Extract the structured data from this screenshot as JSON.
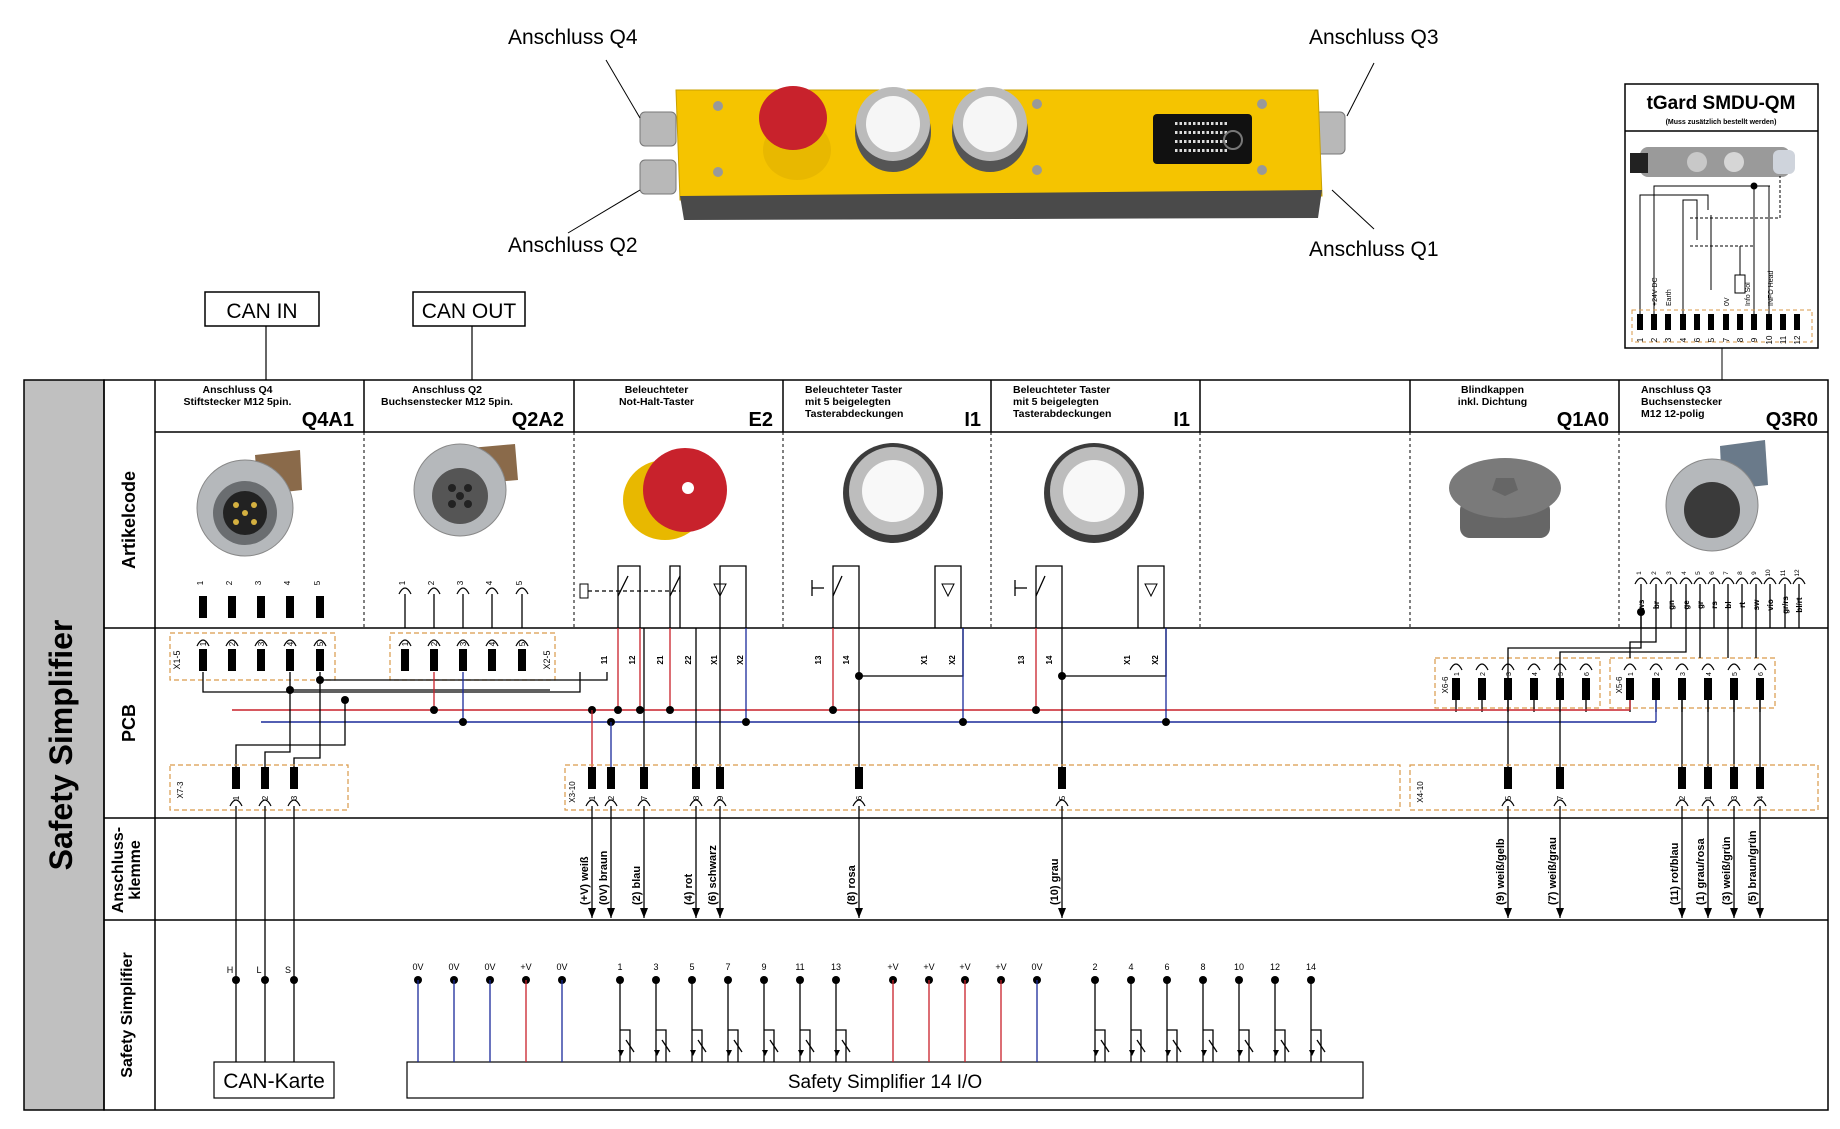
{
  "device": {
    "callouts": {
      "q4": "Anschluss Q4",
      "q3": "Anschluss Q3",
      "q2": "Anschluss Q2",
      "q1": "Anschluss Q1"
    },
    "colors": {
      "housing": "#f5c400",
      "housing_dark": "#d4a800",
      "base": "#4a4a4a",
      "estop": "#c8222c",
      "panel": "#111111"
    }
  },
  "tgard": {
    "title": "tGard SMDU-QM",
    "subtitle": "(Muss zusätzlich bestellt werden)",
    "signal_labels": [
      "+24V DC",
      "Earth",
      "0V",
      "Info Sol",
      "INFO Head"
    ],
    "pins": [
      "1",
      "2",
      "3",
      "4",
      "6",
      "5",
      "7",
      "8",
      "9",
      "10",
      "11",
      "12"
    ]
  },
  "can": {
    "in": "CAN IN",
    "out": "CAN OUT",
    "card": "CAN-Karte"
  },
  "left": {
    "main": "Safety Simplifier",
    "rows": {
      "artikel": "Artikelcode",
      "pcb": "PCB",
      "klemme1": "Anschluss-",
      "klemme2": "klemme",
      "ss": "Safety Simplifier"
    }
  },
  "columns": [
    {
      "lines": [
        "Anschluss Q4",
        "Stiftstecker M12 5pin."
      ],
      "code": "Q4A1"
    },
    {
      "lines": [
        "Anschluss Q2",
        "Buchsenstecker M12 5pin."
      ],
      "code": "Q2A2"
    },
    {
      "lines": [
        "Beleuchteter",
        "Not-Halt-Taster"
      ],
      "code": "E2"
    },
    {
      "lines": [
        "Beleuchteter Taster",
        "mit 5 beigelegten",
        "Tasterabdeckungen"
      ],
      "code": "I1"
    },
    {
      "lines": [
        "Beleuchteter Taster",
        "mit 5 beigelegten",
        "Tasterabdeckungen"
      ],
      "code": "I1"
    },
    {
      "lines": [],
      "code": ""
    },
    {
      "lines": [
        "Blindkappen",
        "inkl. Dichtung"
      ],
      "code": "Q1A0"
    },
    {
      "lines": [
        "Anschluss Q3",
        "Buchsenstecker",
        "M12 12-polig"
      ],
      "code": "Q3R0"
    }
  ],
  "contacts": {
    "m12_pins": [
      "1",
      "2",
      "3",
      "4",
      "5"
    ],
    "estop": [
      "11",
      "12",
      "21",
      "22",
      "X1",
      "X2"
    ],
    "button": [
      "13",
      "14",
      "X1",
      "X2"
    ],
    "q3_pins": [
      "1",
      "2",
      "3",
      "4",
      "5",
      "6",
      "7",
      "8",
      "9",
      "10",
      "11",
      "12"
    ],
    "q3_wires": [
      "ws",
      "br",
      "gn",
      "ge",
      "gr",
      "rs",
      "bl",
      "rt",
      "sw",
      "vio",
      "gr/rs",
      "bl/rt"
    ]
  },
  "terminals": {
    "x1": {
      "name": "X1-5",
      "pins": [
        "1",
        "2",
        "3",
        "4",
        "5"
      ]
    },
    "x2": {
      "name": "X2-5",
      "pins": [
        "1",
        "2",
        "3",
        "4",
        "5"
      ]
    },
    "x6": {
      "name": "X6-6",
      "pins": [
        "1",
        "2",
        "3",
        "4",
        "5",
        "6"
      ]
    },
    "x5": {
      "name": "X5-6",
      "pins": [
        "1",
        "2",
        "3",
        "4",
        "5",
        "6"
      ]
    },
    "x7": {
      "name": "X7-3",
      "pins": [
        "1",
        "2",
        "3"
      ]
    },
    "x3": {
      "name": "X3-10",
      "pins": [
        "1",
        "2",
        "7",
        "8",
        "9",
        "6",
        "5"
      ]
    },
    "x4": {
      "name": "X4-10",
      "pins": [
        "5",
        "7",
        "2",
        "1",
        "3",
        "4"
      ]
    }
  },
  "klemme_labels": [
    "(+V) weiß",
    "(0V) braun",
    "(2) blau",
    "(4) rot",
    "(6) schwarz",
    "(8) rosa",
    "(10) grau",
    "(9) weiß/gelb",
    "(7) weiß/grau",
    "(11) rot/blau",
    "(1) grau/rosa",
    "(3) weiß/grün",
    "(5) braun/grün"
  ],
  "ss": {
    "can_pins": [
      "H",
      "L",
      "S"
    ],
    "power_a": [
      "0V",
      "0V",
      "0V",
      "+V",
      "0V"
    ],
    "inputs_odd": [
      "1",
      "3",
      "5",
      "7",
      "9",
      "11",
      "13"
    ],
    "power_b": [
      "+V",
      "+V",
      "+V",
      "+V",
      "0V"
    ],
    "inputs_even": [
      "2",
      "4",
      "6",
      "8",
      "10",
      "12",
      "14"
    ],
    "box": "Safety Simplifier 14 I/O"
  },
  "wire_colors": {
    "red": "#c8202a",
    "blue": "#1a2a9a",
    "black": "#000000",
    "terminal_border": "#d99a4a",
    "gray_col": "#c0c0c0"
  }
}
